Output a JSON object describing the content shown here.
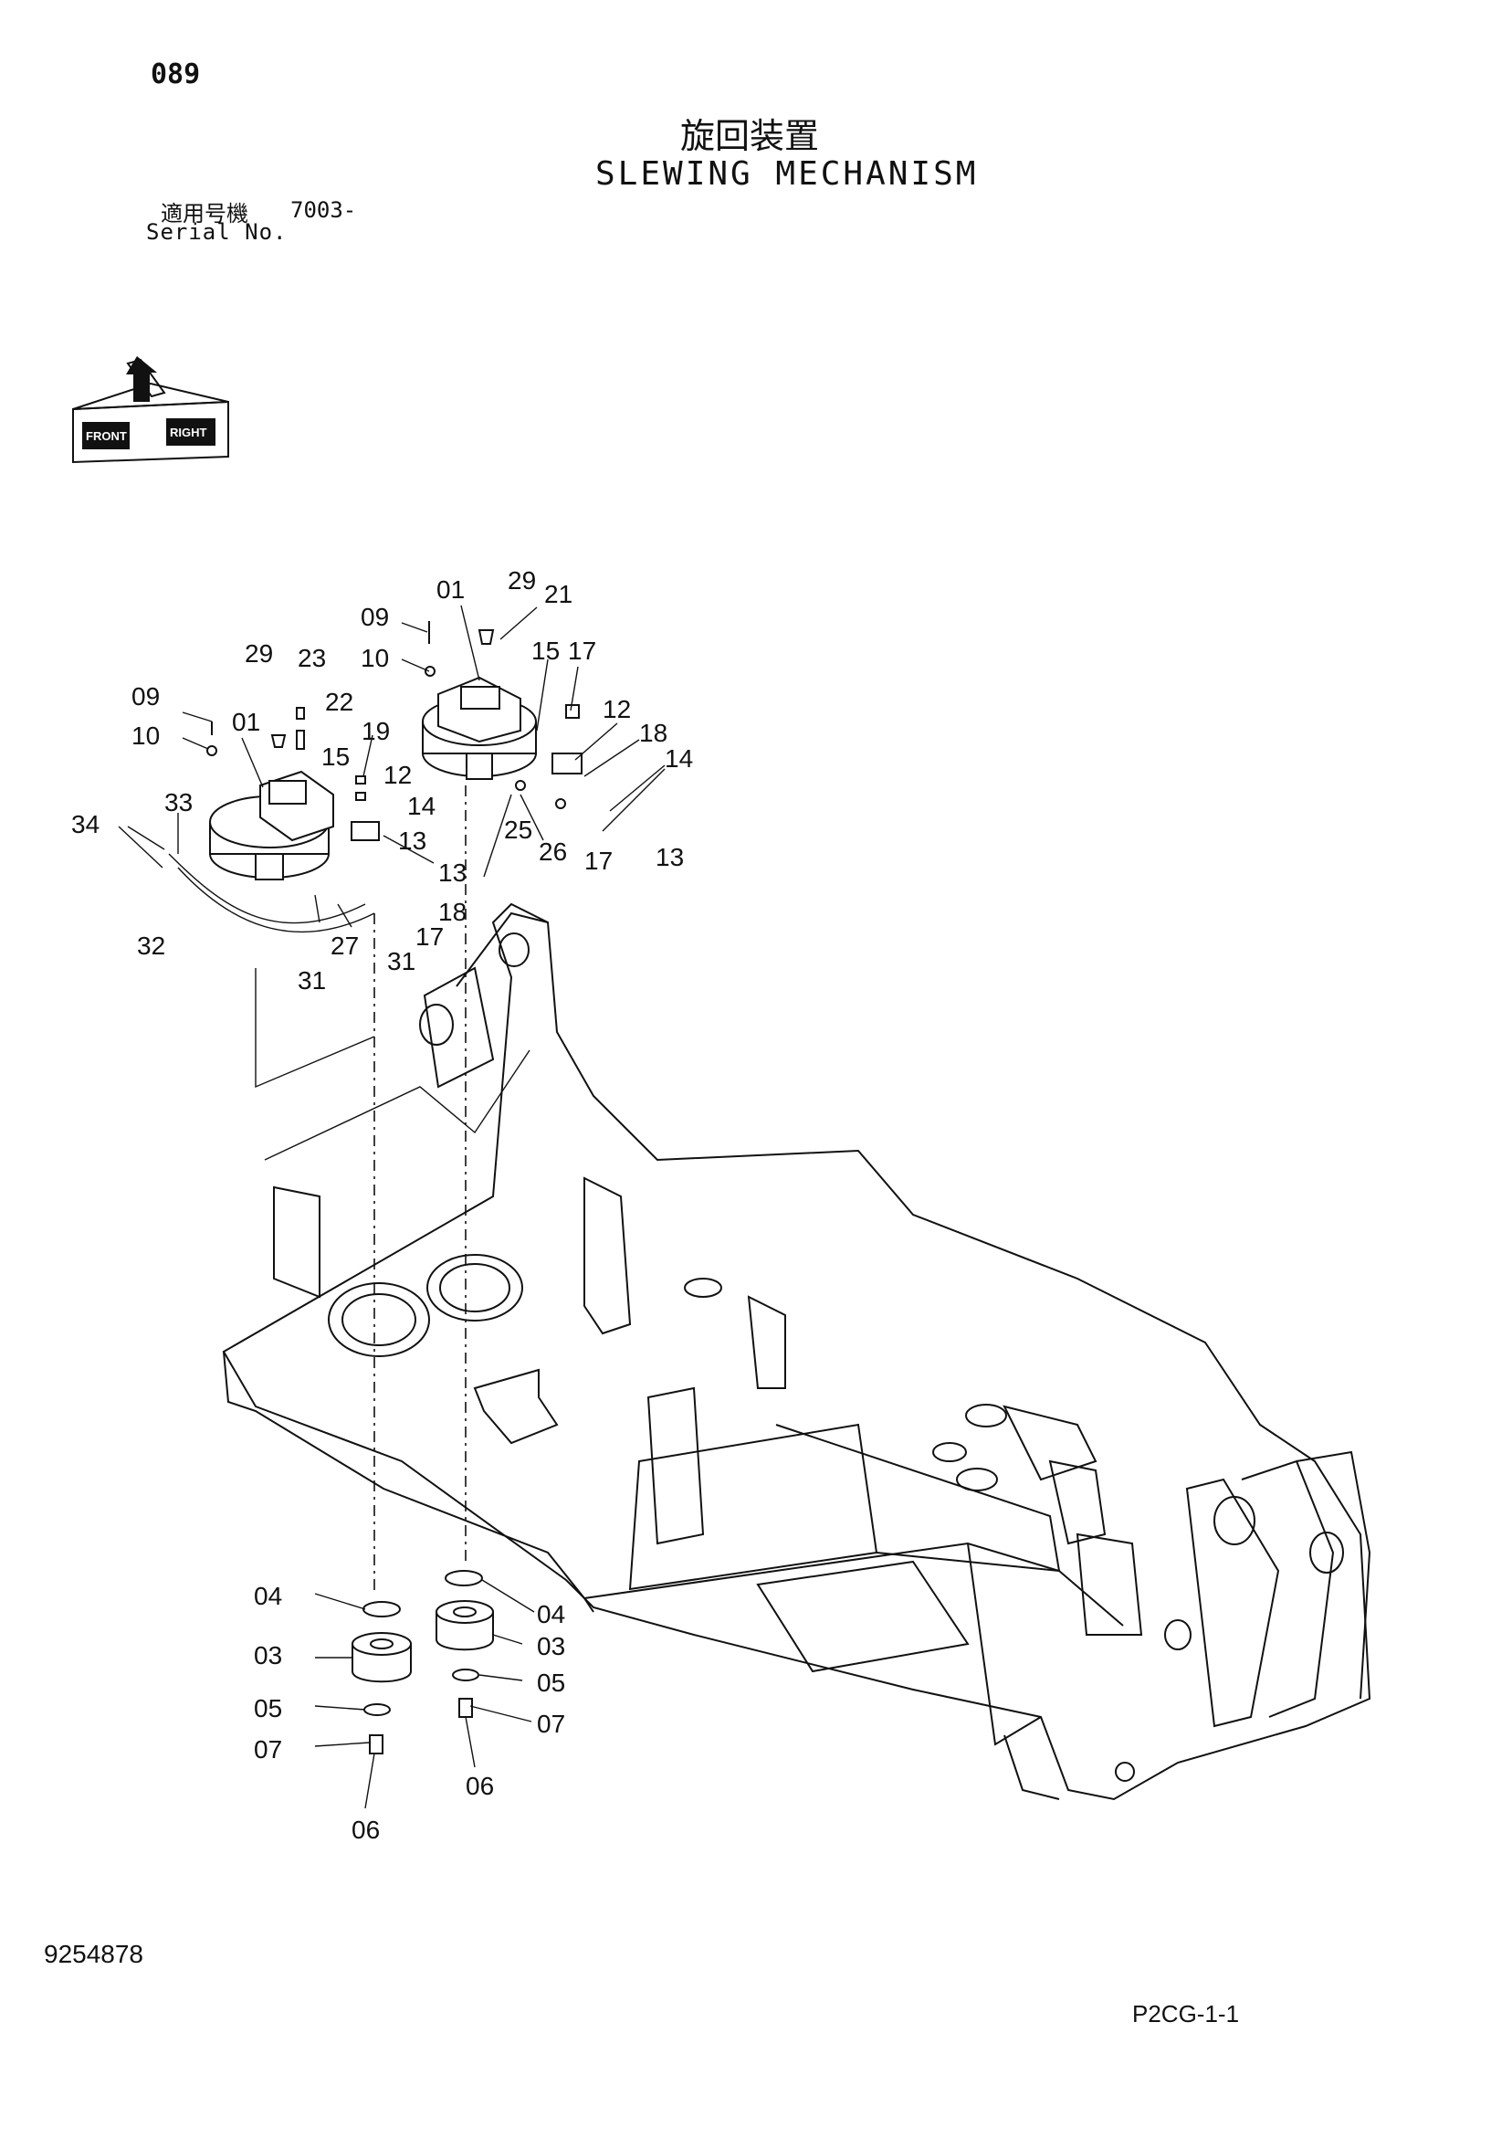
{
  "header": {
    "page_number": "089",
    "title_jp": "旋回装置",
    "title_en": "SLEWING MECHANISM",
    "serial_label_jp": "適用号機",
    "serial_value": "7003-",
    "serial_label_en": "Serial No."
  },
  "orientation_icon": {
    "icon": "front-direction-arrow-icon",
    "labels": [
      "FRONT",
      "RIGHT"
    ]
  },
  "callouts": [
    "01",
    "29",
    "21",
    "09",
    "10",
    "15",
    "17",
    "12",
    "18",
    "14",
    "13",
    "25",
    "26",
    "17",
    "13",
    "29",
    "23",
    "09",
    "22",
    "01",
    "10",
    "19",
    "15",
    "12",
    "14",
    "13",
    "33",
    "34",
    "18",
    "17",
    "27",
    "31",
    "31",
    "32",
    "04",
    "04",
    "03",
    "03",
    "05",
    "05",
    "07",
    "07",
    "06",
    "06"
  ],
  "footer": {
    "document_number": "9254878",
    "sheet_reference": "P2CG-1-1"
  }
}
